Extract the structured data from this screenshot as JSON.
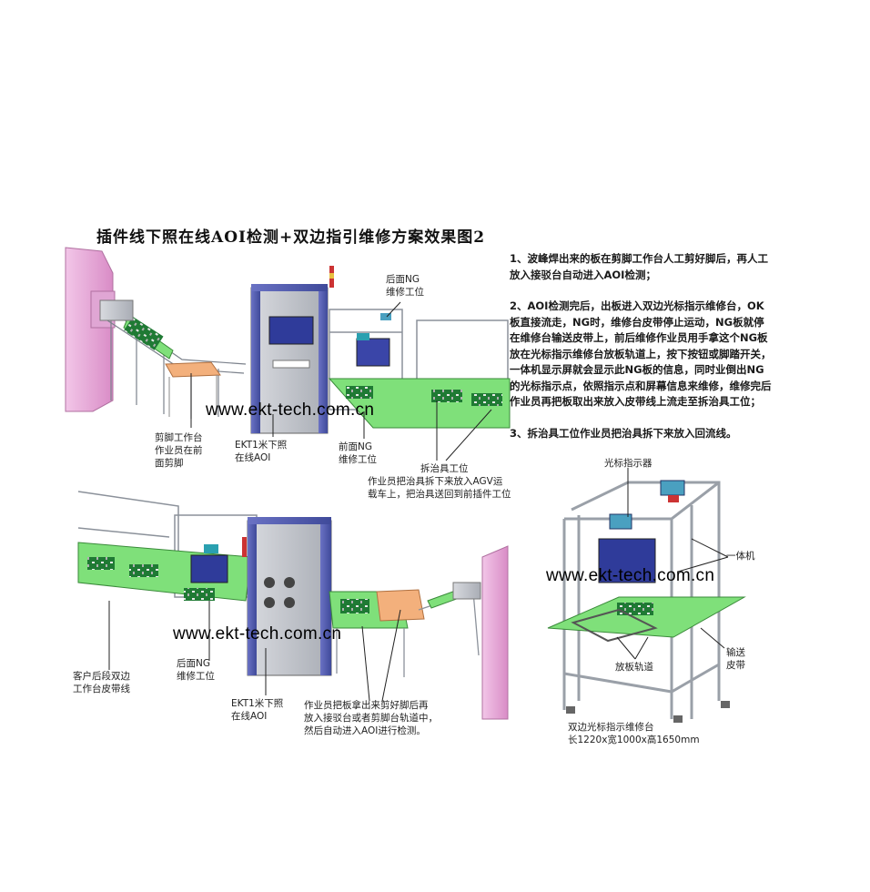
{
  "title": "插件线下照在线AOI检测+双边指引维修方案效果图2",
  "steps": [
    "1、波峰焊出来的板在剪脚工作台人工剪好脚后，再人工放入接驳台自动进入AOI检测；",
    "2、AOI检测完后，出板进入双边光标指示维修台，OK板直接流走，NG时，维修台皮带停止运动，NG板就停在维修台输送皮带上，前后维修作业员用手拿这个NG板放在光标指示维修台放板轨道上，按下按钮或脚踏开关，一体机显示屏就会显示此NG板的信息，同时业倒出NG的光标指示点，依照指示点和屏幕信息来维修，维修完后作业员再把板取出来放入皮带线上流走至拆治具工位；",
    "3、拆治具工位作业员把治具拆下来放入回流线。"
  ],
  "labels": {
    "rear_ng_top": "后面NG\n维修工位",
    "cut_station": "剪脚工作台\n作业员在前\n面剪脚",
    "ekt1_top": "EKT1米下照\n在线AOI",
    "front_ng": "前面NG\n维修工位",
    "dismantle": "拆治具工位",
    "dismantle_note": "作业员把治具拆下来放入AGV运\n载车上，把治具送回到前插件工位",
    "customer_belt": "客户后段双边\n工作台皮带线",
    "rear_ng_bottom": "后面NG\n维修工位",
    "ekt1_bottom": "EKT1米下照\n在线AOI",
    "operator_note": "作业员把板拿出来剪好脚后再\n放入接驳台或者剪脚台轨道中，\n然后自动进入AOI进行检测。",
    "cursor_indicator": "光标指示器",
    "all_in_one": "一体机",
    "belt": "输送\n皮带",
    "rail": "放板轨道",
    "station_spec": "双边光标指示维修台\n长1220x宽1000x高1650mm"
  },
  "watermark": "www.ekt-tech.com.cn",
  "colors": {
    "frame": "#9aa0a8",
    "belt": "#7fe07a",
    "machine": "#5a64b4",
    "pink": "#e6a6d6",
    "board": "#1c6b2c",
    "table": "#f0b27a"
  }
}
